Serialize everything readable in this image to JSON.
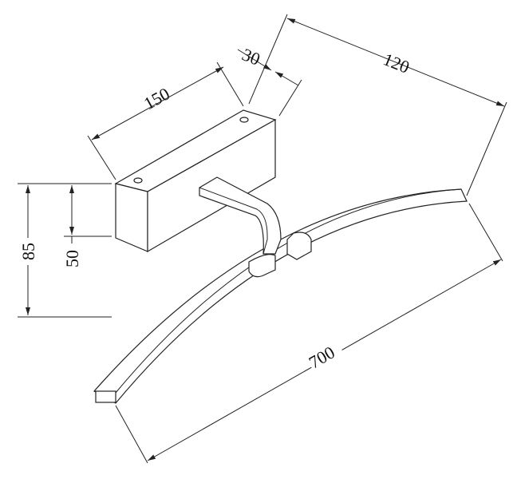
{
  "dimensions": {
    "mount_width": "150",
    "mount_depth": "30",
    "arm_projection": "120",
    "total_height": "85",
    "mount_height": "50",
    "bar_length": "700"
  },
  "colors": {
    "line": "#222222",
    "background": "#ffffff"
  }
}
